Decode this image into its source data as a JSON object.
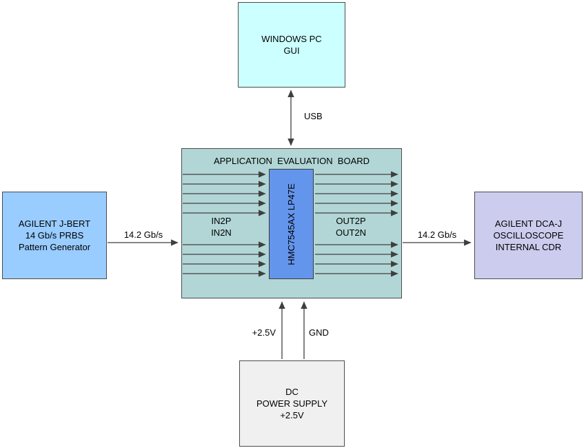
{
  "boxes": {
    "pc_gui": {
      "lines": [
        "WINDOWS PC",
        "GUI"
      ]
    },
    "eval_board": {
      "title": "APPLICATION  EVALUATION  BOARD"
    },
    "chip": {
      "label": "HMC7545AX LP47E"
    },
    "jbert": {
      "lines": [
        "AGILENT J-BERT",
        "14 Gb/s PRBS",
        "Pattern Generator"
      ]
    },
    "dca": {
      "lines": [
        "AGILENT DCA-J",
        "OSCILLOSCOPE",
        "INTERNAL CDR"
      ]
    },
    "psu": {
      "lines": [
        "DC",
        "POWER SUPPLY",
        "+2.5V"
      ]
    }
  },
  "labels": {
    "usb": "USB",
    "rate_in": "14.2 Gb/s",
    "rate_out": "14.2 Gb/s",
    "in2p": "IN2P",
    "in2n": "IN2N",
    "out2p": "OUT2P",
    "out2n": "OUT2N",
    "supply": "+2.5V",
    "gnd": "GND"
  },
  "colors": {
    "pc_gui_bg": "#CCFFFF",
    "board_bg": "#B2D6D6",
    "chip_bg": "#6495ED",
    "jbert_bg": "#99CCFF",
    "dca_bg": "#CCCCEE",
    "psu_bg": "#F0F0F0",
    "border": "#4A4A4A",
    "arrow": "#3F3F3F"
  }
}
